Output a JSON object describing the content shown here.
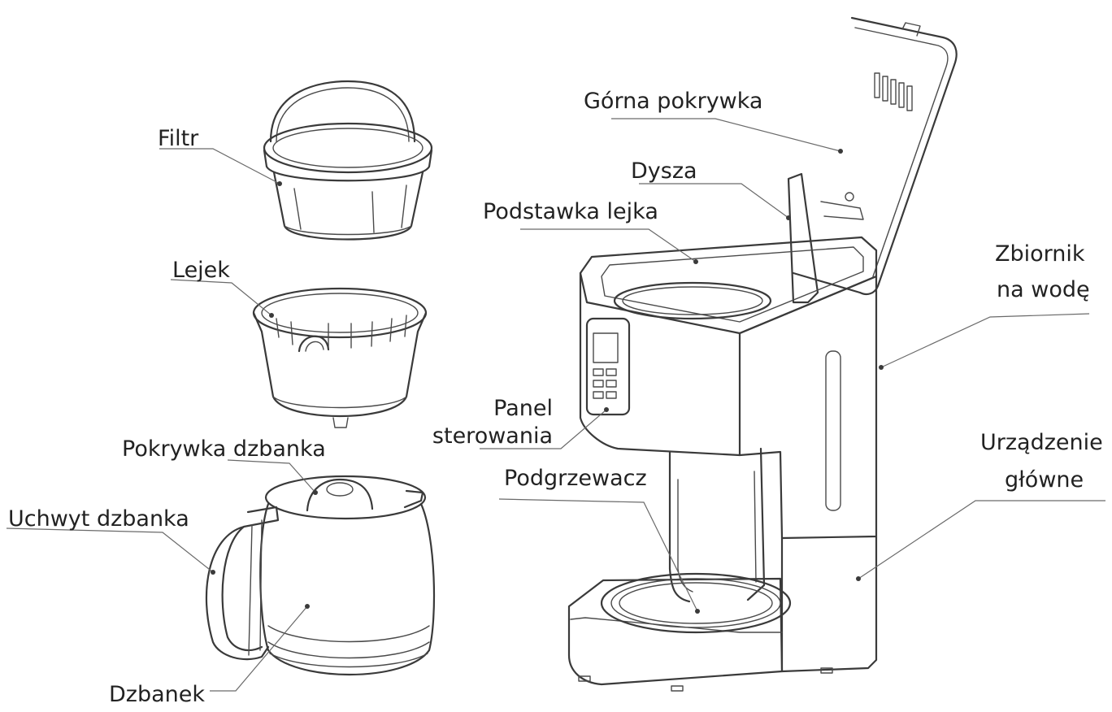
{
  "labels": {
    "filtr": "Filtr",
    "lejek": "Lejek",
    "pokrywka_dzbanka": "Pokrywka dzbanka",
    "uchwyt_dzbanka": "Uchwyt dzbanka",
    "dzbanek": "Dzbanek",
    "gorna_pokrywka": "Górna pokrywka",
    "dysza": "Dysza",
    "podstawka_lejka": "Podstawka lejka",
    "panel_line1": "Panel",
    "panel_line2": "sterowania",
    "podgrzewacz": "Podgrzewacz",
    "zbiornik_line1": "Zbiornik",
    "zbiornik_line2": "na wodę",
    "urzadzenie_line1": "Urządzenie",
    "urzadzenie_line2": "główne"
  },
  "colors": {
    "ink": "#3a3a3a",
    "text": "#222222",
    "background": "#ffffff"
  }
}
